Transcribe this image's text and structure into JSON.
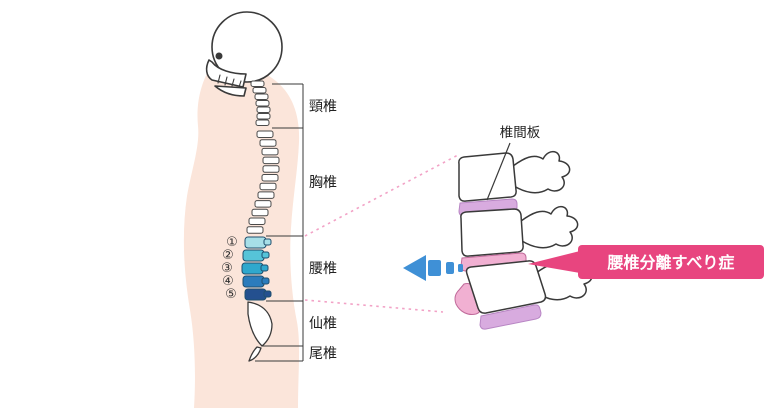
{
  "spine": {
    "regions": [
      {
        "label": "頸椎"
      },
      {
        "label": "胸椎"
      },
      {
        "label": "腰椎"
      },
      {
        "label": "仙椎"
      },
      {
        "label": "尾椎"
      }
    ],
    "lumbar_numbers": [
      "①",
      "②",
      "③",
      "④",
      "⑤"
    ]
  },
  "inset": {
    "disc_label": "椎間板",
    "condition": "腰椎分離すべり症"
  },
  "colors": {
    "skin": "#fbe5da",
    "line": "#3a3a3a",
    "callout_pink": "#e8457f",
    "dotted_pink": "#f2a2c6",
    "arrow_blue": "#3f90d6",
    "disc_purple": "#d8abdf",
    "disc_pink": "#f1b0d2",
    "lumbar": [
      "#a7dfe8",
      "#56c4d8",
      "#2fa8cd",
      "#2b7cbc",
      "#24508f"
    ]
  }
}
